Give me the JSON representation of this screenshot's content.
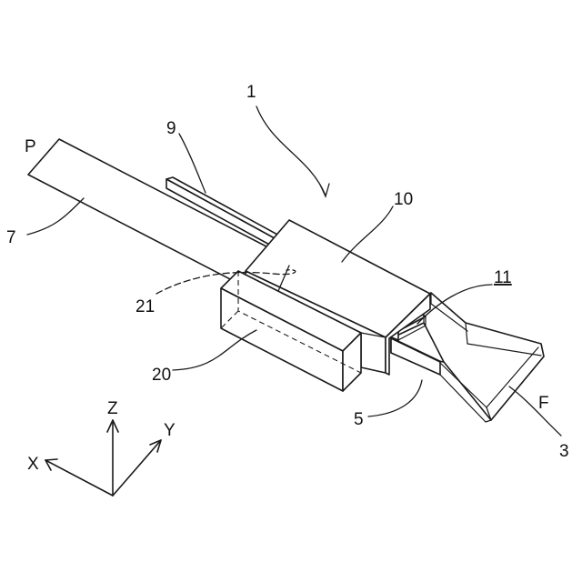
{
  "figure": {
    "labels": {
      "device": "1",
      "guide_rail": "9",
      "plate": "7",
      "plate_end": "P",
      "cover": "10",
      "inner_part": "21",
      "housing": "20",
      "connector": "11",
      "channel": "5",
      "funnel": "3",
      "funnel_end": "F"
    },
    "axes": {
      "z": "Z",
      "y": "Y",
      "x": "X"
    }
  }
}
